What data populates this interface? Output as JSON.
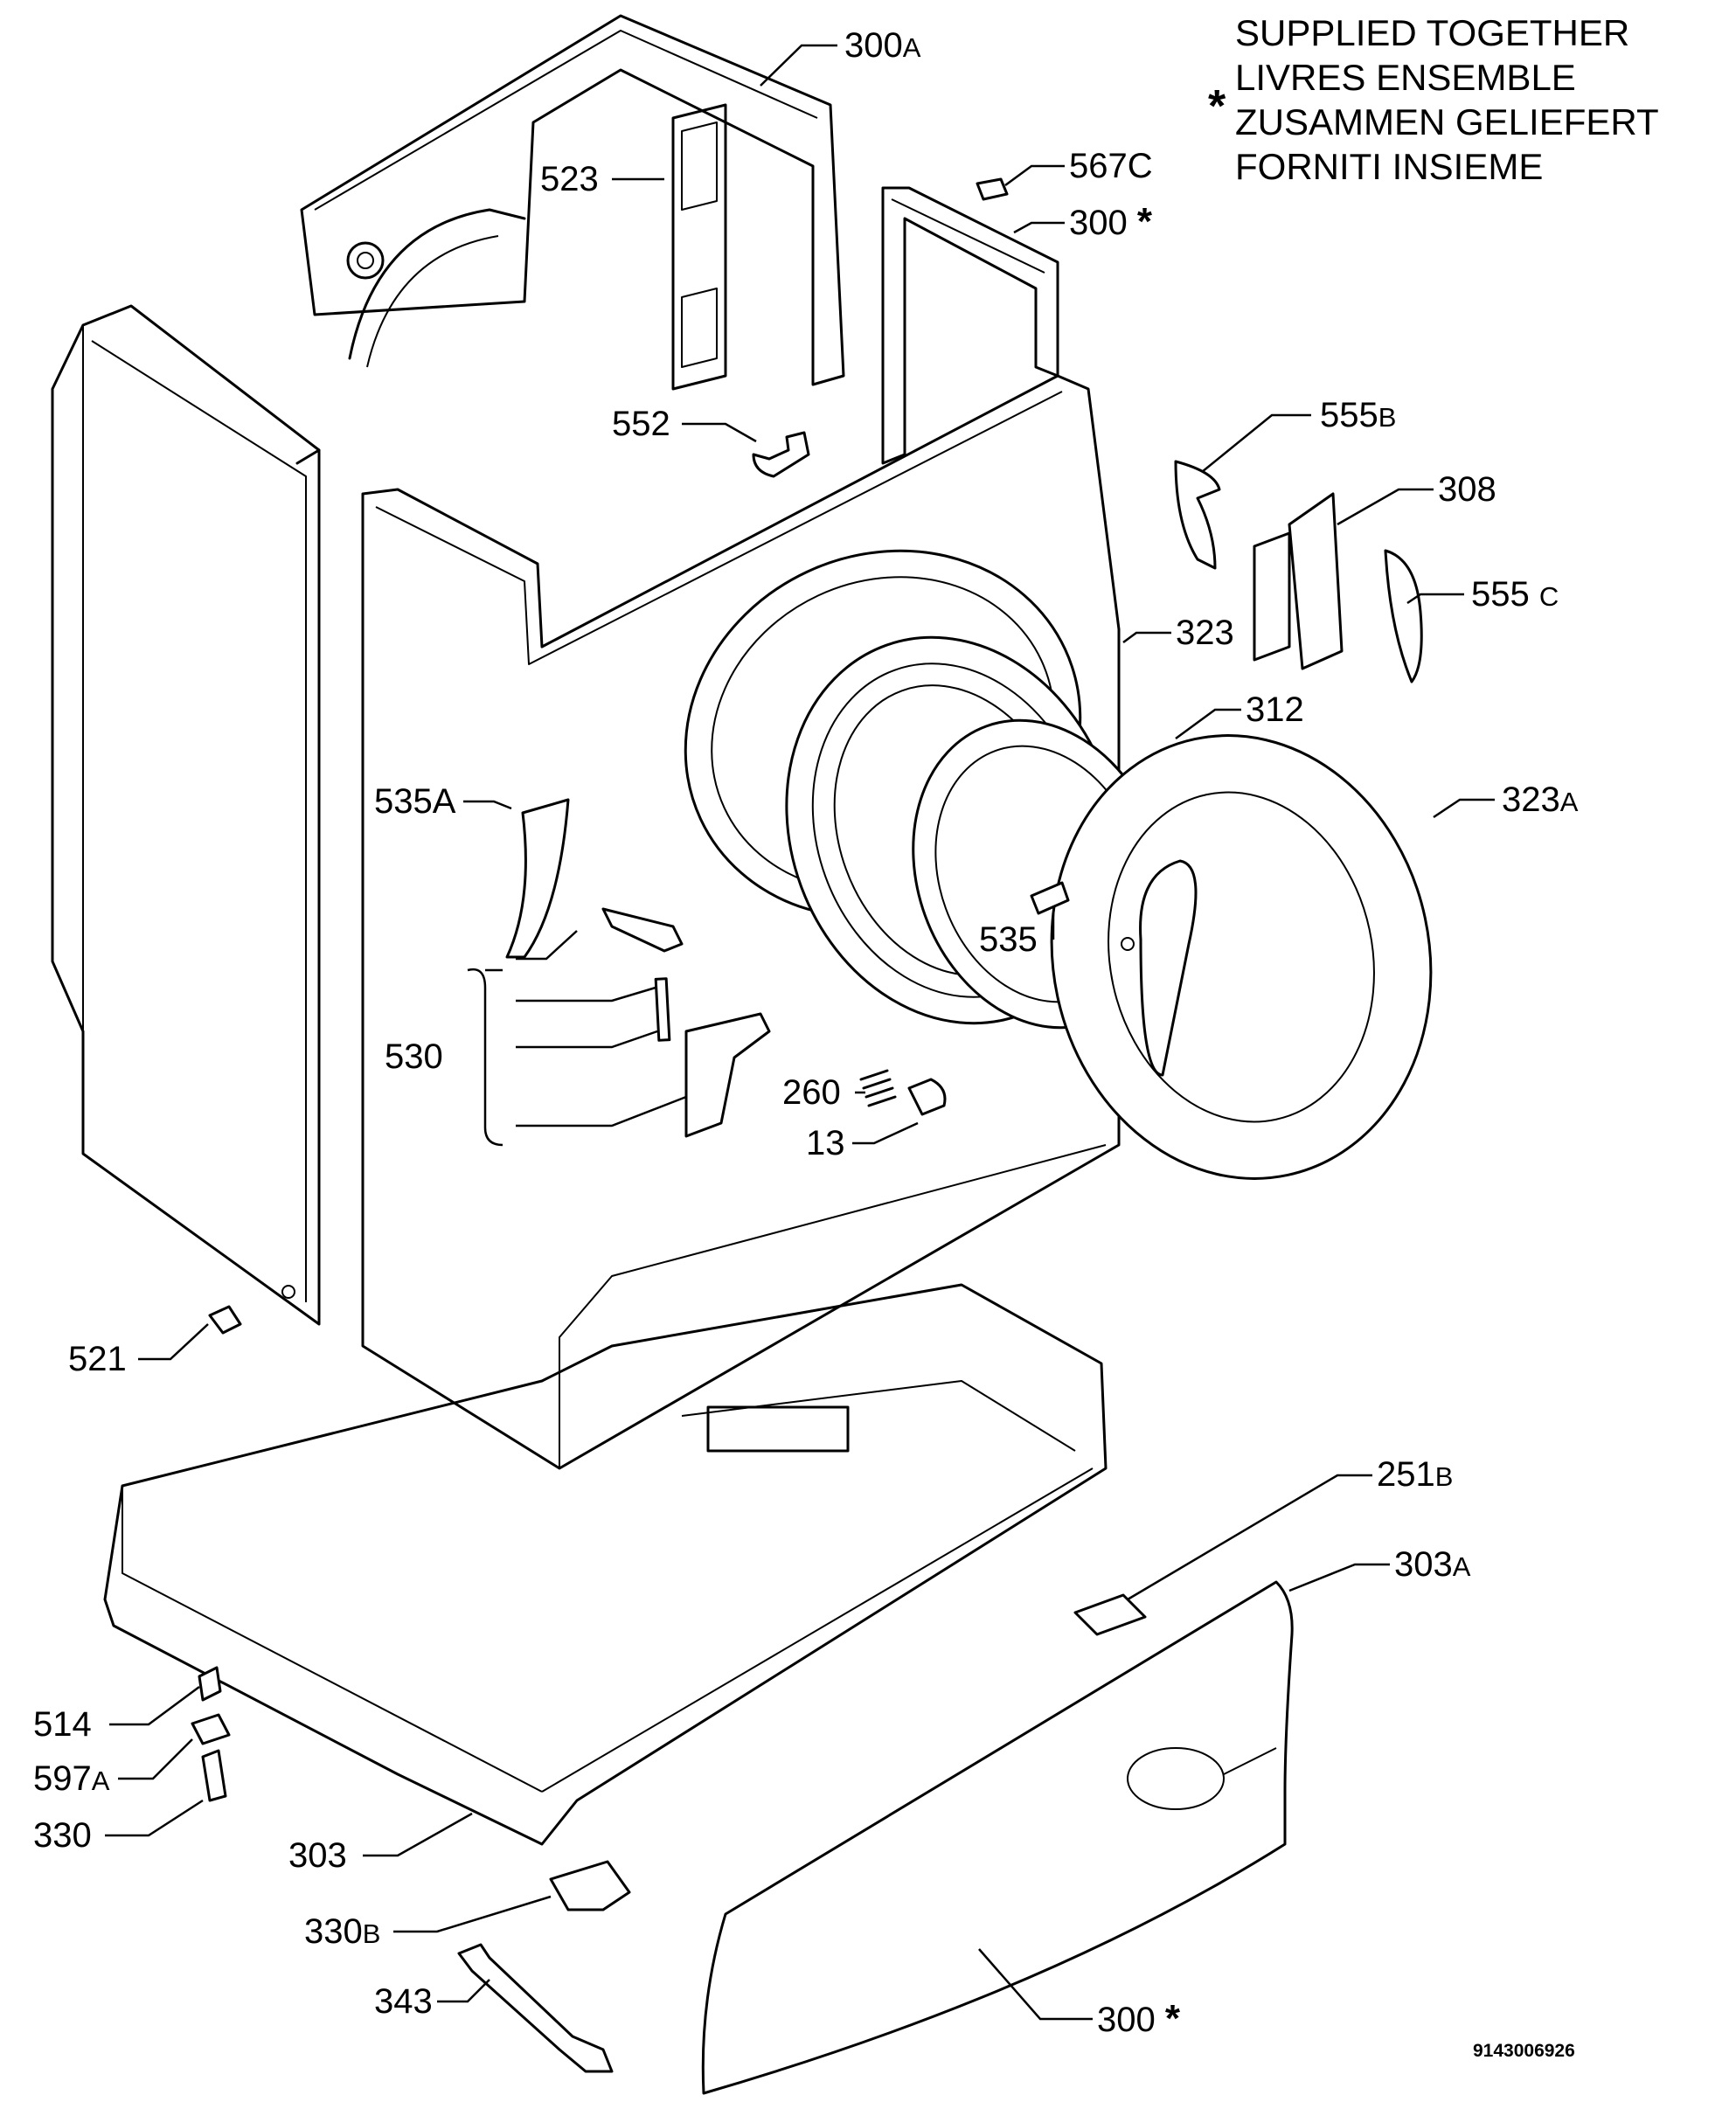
{
  "legend": {
    "star": "*",
    "lines": [
      "SUPPLIED TOGETHER",
      "LIVRES ENSEMBLE",
      "ZUSAMMEN GELIEFERT",
      "FORNITI INSIEME"
    ]
  },
  "document_number": "9143006926",
  "callouts": [
    {
      "id": "300A",
      "num": "300",
      "suffix": "A"
    },
    {
      "id": "523",
      "num": "523",
      "suffix": ""
    },
    {
      "id": "567C",
      "num": "567C",
      "suffix": ""
    },
    {
      "id": "300star-top",
      "num": "300",
      "suffix": "*"
    },
    {
      "id": "552",
      "num": "552",
      "suffix": ""
    },
    {
      "id": "555B",
      "num": "555",
      "suffix": "B"
    },
    {
      "id": "308",
      "num": "308",
      "suffix": ""
    },
    {
      "id": "555C",
      "num": "555",
      "suffix": "C"
    },
    {
      "id": "323",
      "num": "323",
      "suffix": ""
    },
    {
      "id": "312",
      "num": "312",
      "suffix": ""
    },
    {
      "id": "323A",
      "num": "323",
      "suffix": "A"
    },
    {
      "id": "535A",
      "num": "535A",
      "suffix": ""
    },
    {
      "id": "535",
      "num": "535",
      "suffix": ""
    },
    {
      "id": "530",
      "num": "530",
      "suffix": ""
    },
    {
      "id": "260",
      "num": "260",
      "suffix": ""
    },
    {
      "id": "13",
      "num": "13",
      "suffix": ""
    },
    {
      "id": "521",
      "num": "521",
      "suffix": ""
    },
    {
      "id": "251B",
      "num": "251",
      "suffix": "B"
    },
    {
      "id": "303A",
      "num": "303",
      "suffix": "A"
    },
    {
      "id": "514",
      "num": "514",
      "suffix": ""
    },
    {
      "id": "597A",
      "num": "597",
      "suffix": "A"
    },
    {
      "id": "330",
      "num": "330",
      "suffix": ""
    },
    {
      "id": "303",
      "num": "303",
      "suffix": ""
    },
    {
      "id": "330B",
      "num": "330",
      "suffix": "B"
    },
    {
      "id": "343",
      "num": "343",
      "suffix": ""
    },
    {
      "id": "300star-bottom",
      "num": "300",
      "suffix": "*"
    }
  ]
}
